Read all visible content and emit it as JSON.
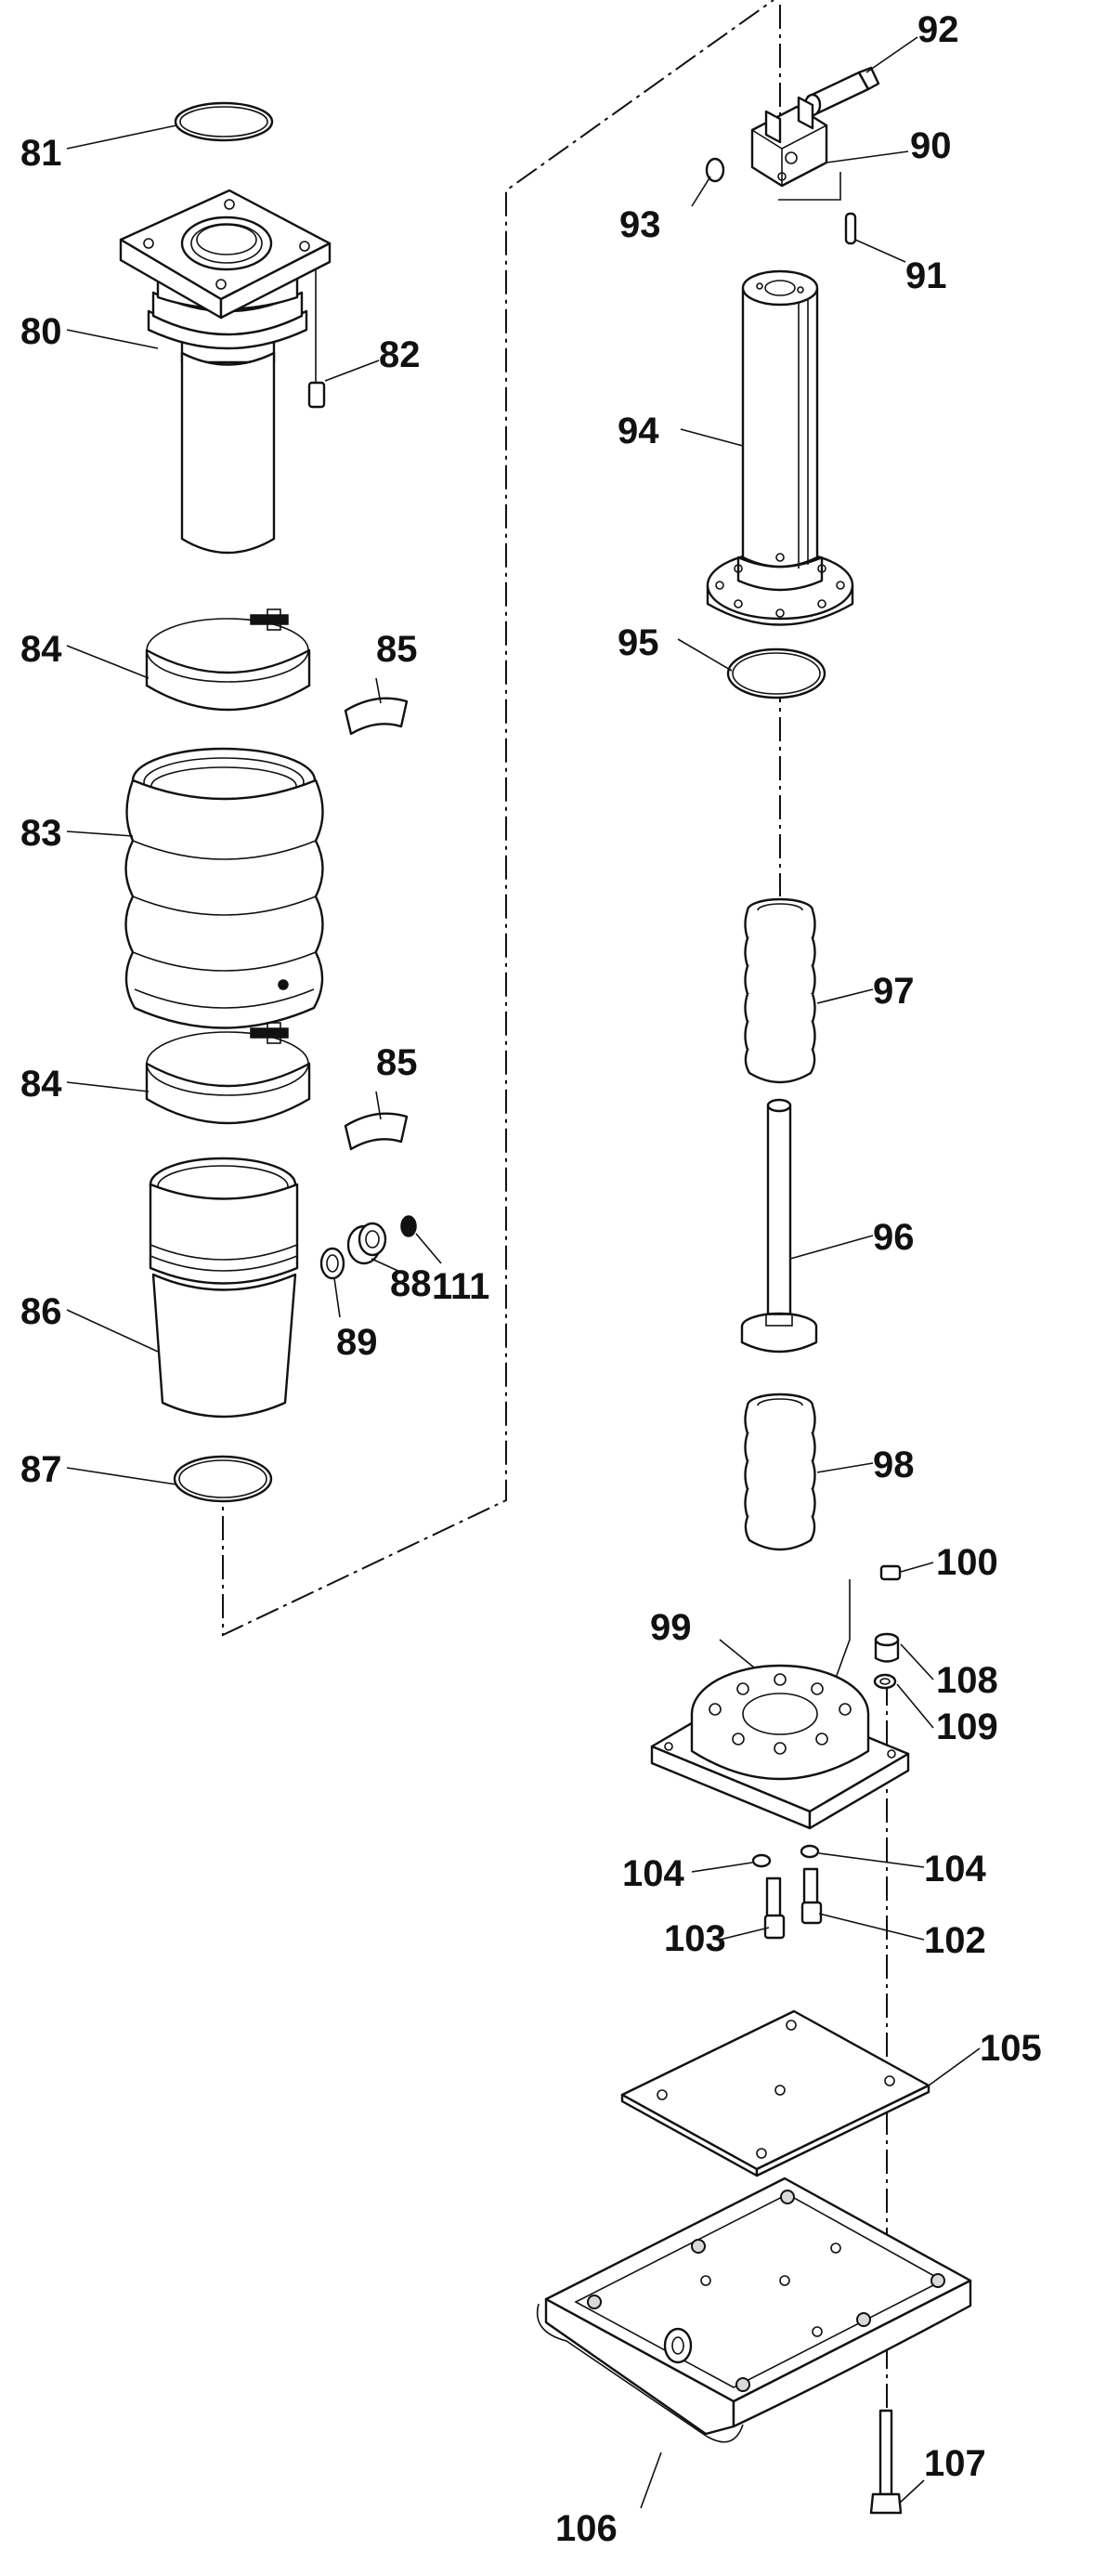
{
  "diagram": {
    "type": "exploded parts view",
    "line_color": "#111111",
    "background": "#ffffff",
    "callouts": [
      "80",
      "81",
      "82",
      "83",
      "84",
      "84",
      "85",
      "85",
      "86",
      "87",
      "88",
      "89",
      "111",
      "90",
      "91",
      "92",
      "93",
      "94",
      "95",
      "96",
      "97",
      "98",
      "99",
      "100",
      "102",
      "103",
      "104",
      "104",
      "105",
      "106",
      "107",
      "108",
      "109"
    ]
  }
}
